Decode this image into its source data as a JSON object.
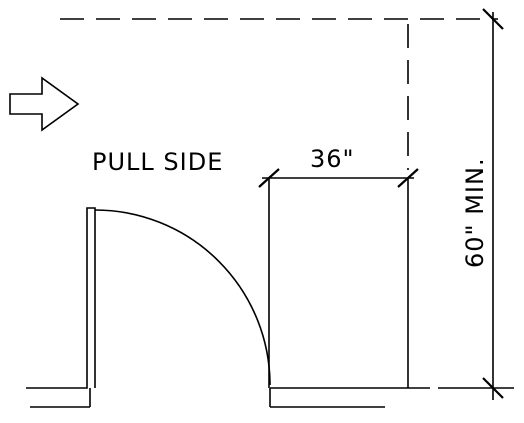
{
  "diagram": {
    "labels": {
      "pull_side": "PULL SIDE",
      "width_dim": "36\"",
      "depth_dim": "60\" MIN."
    }
  }
}
